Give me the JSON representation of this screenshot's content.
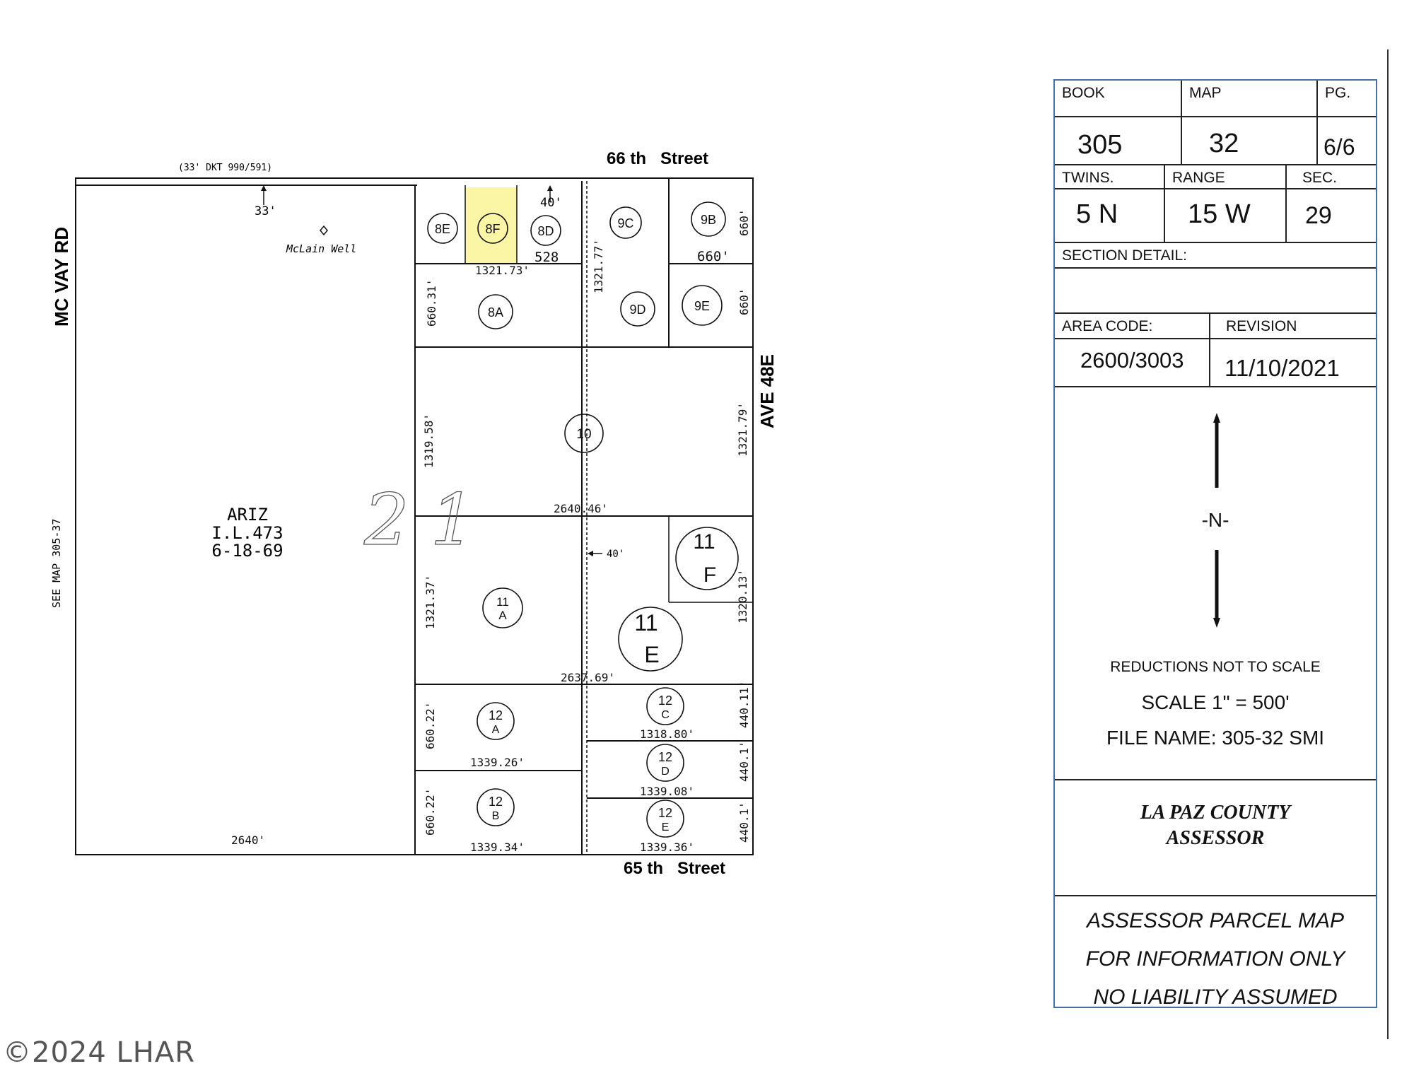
{
  "map": {
    "streets": {
      "north": "66 th   Street",
      "south": "65 th   Street",
      "west": "MC VAY RD",
      "east": "AVE 48E"
    },
    "see_map": "SEE MAP 305-37",
    "easement_note": "(33' DKT 990/591)",
    "dim_33": "33'",
    "dim_40_top": "40'",
    "dim_40_mid": "40'",
    "well_label": "McLain Well",
    "state_land": {
      "line1": "ARIZ",
      "line2": "I.L.473",
      "line3": "6-18-69"
    },
    "section_number": "21",
    "dimensions": {
      "d1321_73": "1321.73'",
      "d528": "528",
      "d1321_77": "1321.77'",
      "d660_top": "660'",
      "d660_right1": "660'",
      "d660_right2": "660'",
      "d660_31": "660.31'",
      "d1319_58": "1319.58'",
      "d1321_79": "1321.79'",
      "d2640_46": "2640.46'",
      "d1321_37": "1321.37'",
      "d1320_13": "1320.13'",
      "d2637_69": "2637.69'",
      "d660_22a": "660.22'",
      "d660_22b": "660.22'",
      "d1339_26": "1339.26'",
      "d1339_34": "1339.34'",
      "d1318_80": "1318.80'",
      "d1339_08": "1339.08'",
      "d1339_36": "1339.36'",
      "d440_11": "440.11'",
      "d440_1a": "440.1'",
      "d440_1b": "440.1'",
      "d2640": "2640'"
    },
    "parcels": {
      "p8E": "8E",
      "p8F": "8F",
      "p8D": "8D",
      "p9C": "9C",
      "p9B": "9B",
      "p9D": "9D",
      "p9E": "9E",
      "p8A": "8A",
      "p10": "10",
      "p11A_num": "11",
      "p11A_letter": "A",
      "p11F_num": "11",
      "p11F_letter": "F",
      "p11E_num": "11",
      "p11E_letter": "E",
      "p12A_num": "12",
      "p12A_letter": "A",
      "p12B_num": "12",
      "p12B_letter": "B",
      "p12C_num": "12",
      "p12C_letter": "C",
      "p12D_num": "12",
      "p12D_letter": "D",
      "p12E_num": "12",
      "p12E_letter": "E"
    },
    "highlight_color": "#fbf5a6"
  },
  "title_block": {
    "book_label": "BOOK",
    "book_value": "305",
    "map_label": "MAP",
    "map_value": "32",
    "pg_label": "PG.",
    "pg_value": "6/6",
    "twins_label": "TWINS.",
    "twins_value": "5 N",
    "range_label": "RANGE",
    "range_value": "15 W",
    "sec_label": "SEC.",
    "sec_value": "29",
    "section_detail_label": "SECTION DETAIL:",
    "area_code_label": "AREA CODE:",
    "area_code_value": "2600/3003",
    "revision_label": "REVISION",
    "revision_value": "11/10/2021",
    "north_label": "-N-",
    "reductions": "REDUCTIONS NOT TO SCALE",
    "scale": "SCALE 1\" = 500'",
    "file_name": "FILE NAME: 305-32 SMI",
    "county_line1": "LA PAZ COUNTY",
    "county_line2": "ASSESSOR",
    "disclaimer_line1": "ASSESSOR PARCEL MAP",
    "disclaimer_line2": "FOR INFORMATION ONLY",
    "disclaimer_line3": "NO LIABILITY ASSUMED"
  },
  "watermark": "©2024 LHAR"
}
